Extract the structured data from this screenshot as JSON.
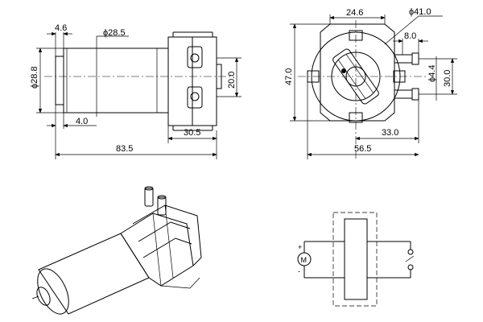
{
  "side_view": {
    "dims": {
      "d_shaft": "4.6",
      "d_body": "ϕ28.5",
      "d_dia_left": "ϕ28.8",
      "d_end": "4.0",
      "d_height": "20.0",
      "d_head": "30.5",
      "d_total": "83.5"
    }
  },
  "front_view": {
    "dims": {
      "d_top": "24.6",
      "d_circle": "ϕ41.0",
      "d_nozzle": "8.0",
      "d_height": "47.0",
      "d_hole": "ϕ4.4",
      "d_right": "30.0",
      "d_center": "33.0",
      "d_width": "56.5"
    }
  },
  "schematic": {
    "plus": "+",
    "minus": "-",
    "motor": "M"
  },
  "colors": {
    "line": "#000000",
    "background": "#ffffff"
  }
}
